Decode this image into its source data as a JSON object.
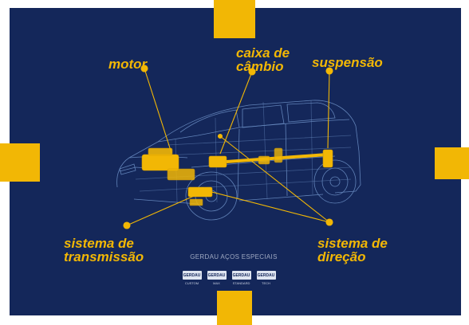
{
  "colors": {
    "panel": "#14275a",
    "accent": "#f2b705",
    "wireframe": "#6f93c9"
  },
  "labels": {
    "motor": "motor",
    "caixa": "caixa de\ncâmbio",
    "suspensao": "suspensão",
    "transmissao": "sistema de\ntransmissão",
    "direcao": "sistema de\ndireção"
  },
  "brand": {
    "title": "GERDAU AÇOS ESPECIAIS",
    "badges": [
      {
        "name": "GERDAU",
        "sub": "CUSTOM"
      },
      {
        "name": "GERDAU",
        "sub": "MAX"
      },
      {
        "name": "GERDAU",
        "sub": "STANDARD"
      },
      {
        "name": "GERDAU",
        "sub": "TECH"
      }
    ]
  },
  "icons": [
    "car-wireframe-illustration",
    "gerdau-logo-icon"
  ]
}
